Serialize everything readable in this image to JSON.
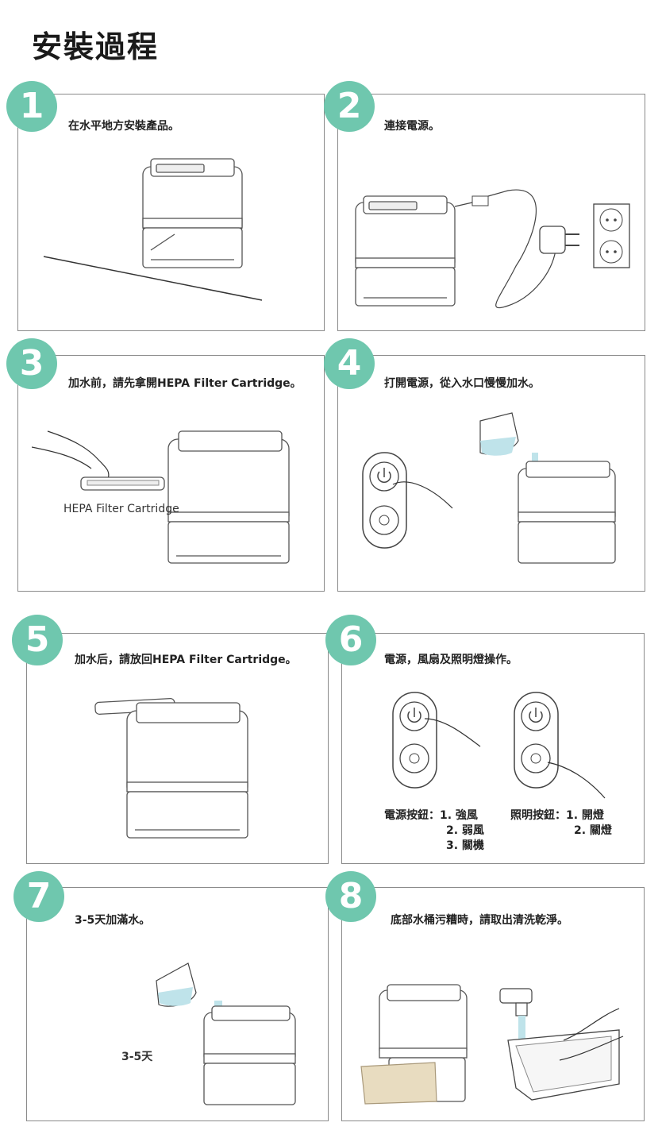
{
  "title": "安裝過程",
  "steps": [
    {
      "number": "1",
      "caption": "在水平地方安裝產品。"
    },
    {
      "number": "2",
      "caption": "連接電源。"
    },
    {
      "number": "3",
      "caption": "加水前，請先拿開HEPA Filter Cartridge。",
      "label": "HEPA Filter Cartridge"
    },
    {
      "number": "4",
      "caption": "打開電源，從入水口慢慢加水。"
    },
    {
      "number": "5",
      "caption": "加水后，請放回HEPA Filter Cartridge。"
    },
    {
      "number": "6",
      "caption": "電源，風扇及照明燈操作。",
      "power": {
        "label": "電源按鈕：",
        "items": [
          "1. 強風",
          "2. 弱風",
          "3. 關機"
        ]
      },
      "light": {
        "label": "照明按鈕：",
        "items": [
          "1. 開燈",
          "2. 關燈"
        ]
      }
    },
    {
      "number": "7",
      "caption": "3-5天加滿水。",
      "label": "3-5天"
    },
    {
      "number": "8",
      "caption": "底部水桶污糟時，請取出清洗乾淨。"
    }
  ],
  "colors": {
    "badge": "#6fc7ae",
    "water": "#bfe3ea",
    "tray": "#e8dcc0"
  }
}
